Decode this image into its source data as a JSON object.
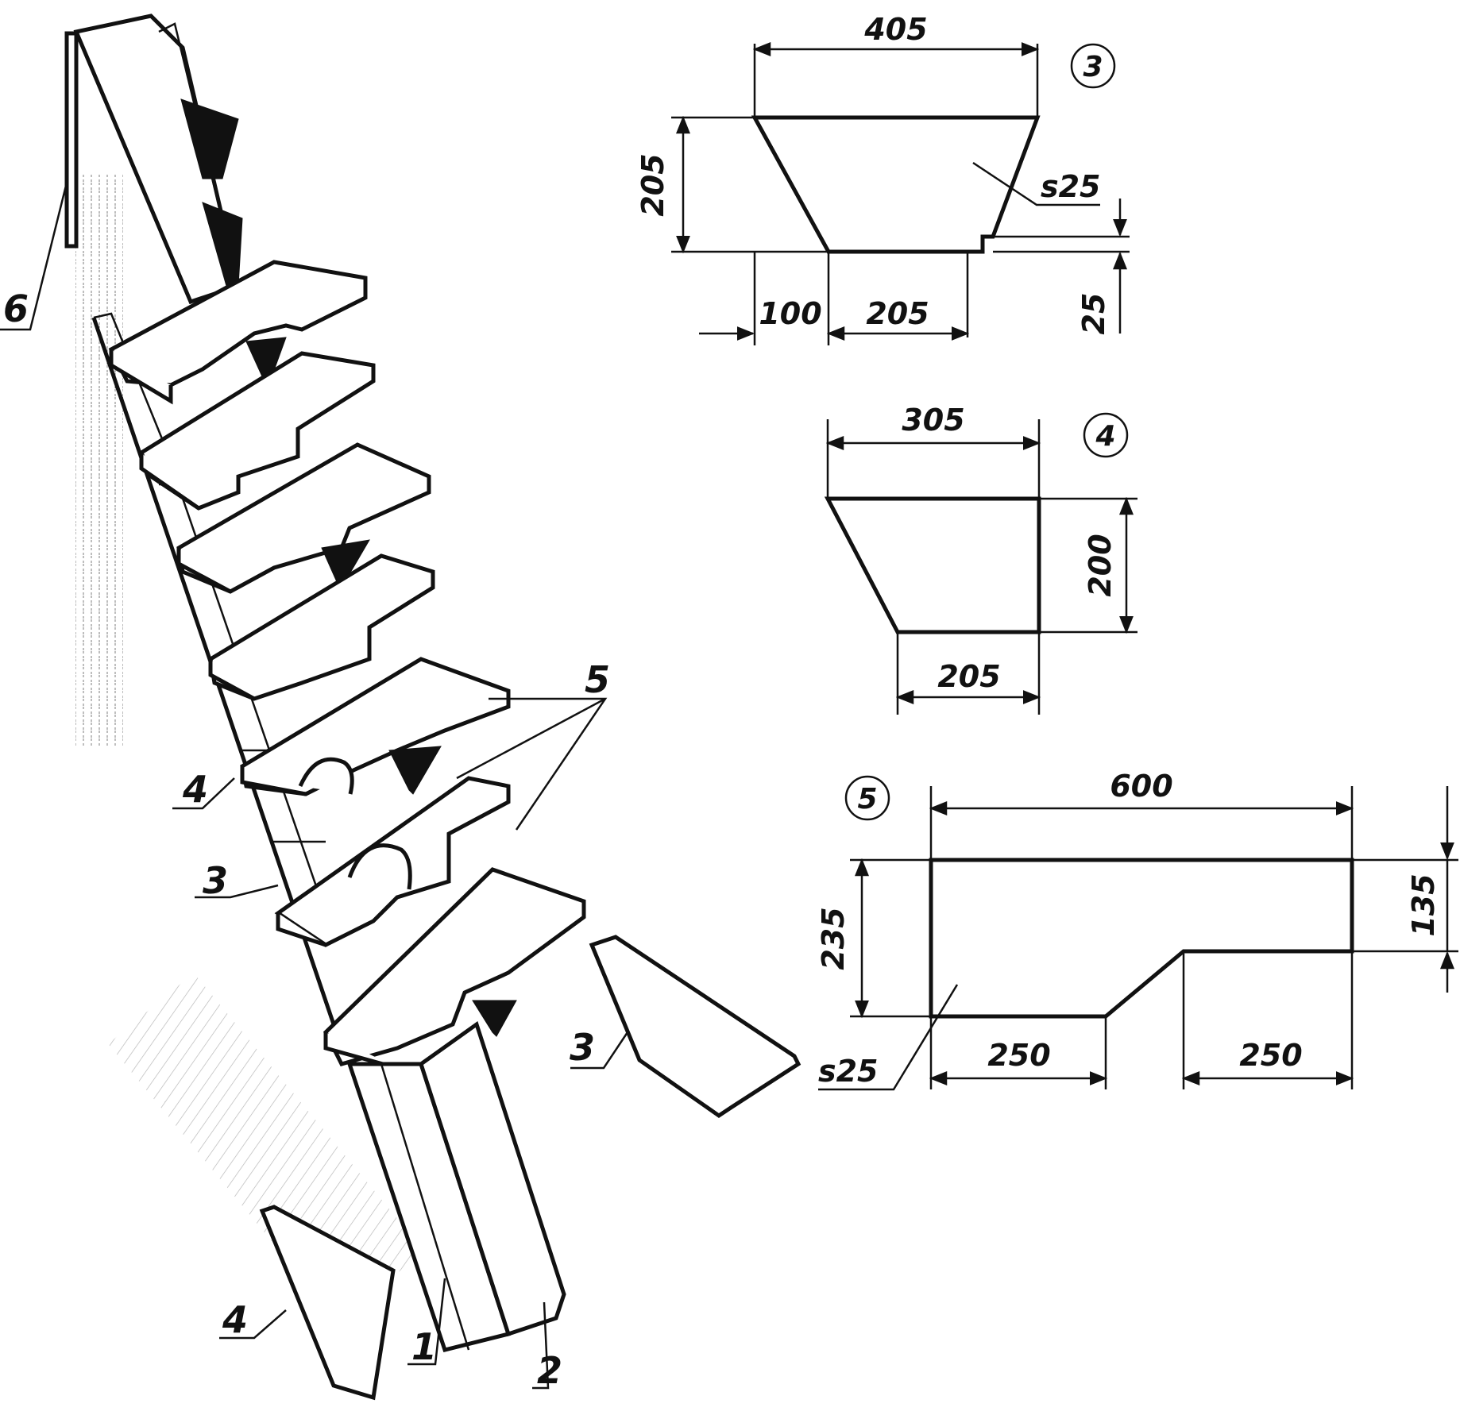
{
  "stair_view": {
    "labels": {
      "stringer_1": "1",
      "stringer_2": "2",
      "bracket_3_upper": "3",
      "bracket_3_loose": "3",
      "bracket_4_upper": "4",
      "bracket_4_loose": "4",
      "tread_5": "5",
      "wall_6": "6"
    }
  },
  "detail_3": {
    "badge": "3",
    "dim_top": "405",
    "dim_height": "205",
    "dim_left_offset": "100",
    "dim_bottom": "205",
    "dim_notch": "25",
    "thickness": "s25"
  },
  "detail_4": {
    "badge": "4",
    "dim_top": "305",
    "dim_height": "200",
    "dim_bottom": "205"
  },
  "detail_5": {
    "badge": "5",
    "dim_length": "600",
    "dim_height": "235",
    "dim_step_height": "135",
    "dim_left": "250",
    "dim_right": "250",
    "thickness": "s25"
  },
  "colors": {
    "ink": "#111111",
    "paper": "#ffffff"
  }
}
